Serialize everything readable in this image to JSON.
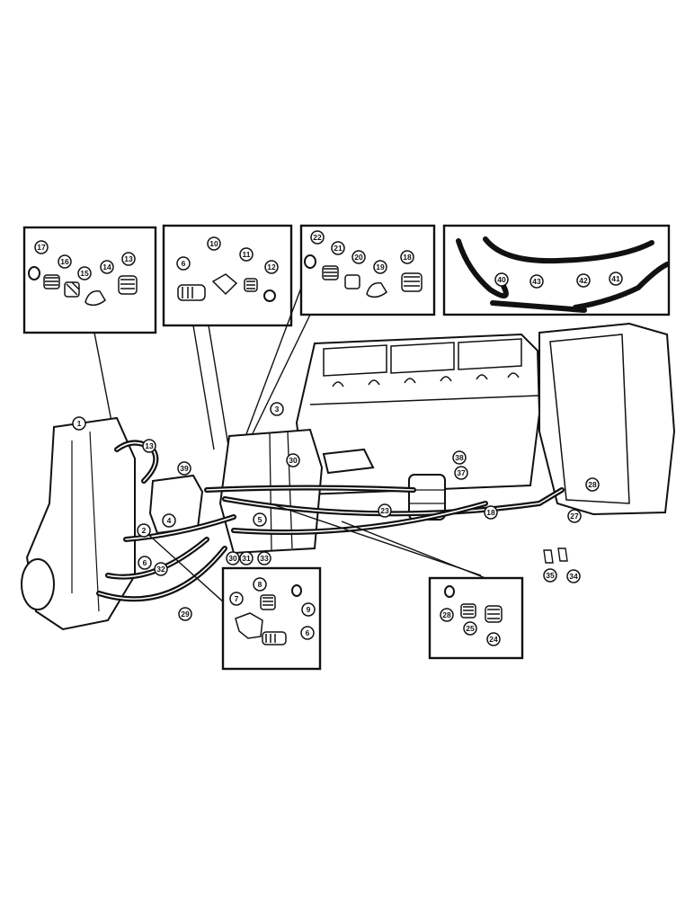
{
  "callouts": [
    {
      "id": "c17",
      "label": "17"
    },
    {
      "id": "c16",
      "label": "16"
    },
    {
      "id": "c15",
      "label": "15"
    },
    {
      "id": "c14",
      "label": "14"
    },
    {
      "id": "c13a",
      "label": "13"
    },
    {
      "id": "c6a",
      "label": "6"
    },
    {
      "id": "c10",
      "label": "10"
    },
    {
      "id": "c11",
      "label": "11"
    },
    {
      "id": "c12",
      "label": "12"
    },
    {
      "id": "c22",
      "label": "22"
    },
    {
      "id": "c21",
      "label": "21"
    },
    {
      "id": "c20",
      "label": "20"
    },
    {
      "id": "c19",
      "label": "19"
    },
    {
      "id": "c18a",
      "label": "18"
    },
    {
      "id": "c40",
      "label": "40"
    },
    {
      "id": "c43",
      "label": "43"
    },
    {
      "id": "c42",
      "label": "42"
    },
    {
      "id": "c41",
      "label": "41"
    },
    {
      "id": "c1",
      "label": "1"
    },
    {
      "id": "c13b",
      "label": "13"
    },
    {
      "id": "c39",
      "label": "39"
    },
    {
      "id": "c3",
      "label": "3"
    },
    {
      "id": "c30a",
      "label": "30"
    },
    {
      "id": "c38",
      "label": "38"
    },
    {
      "id": "c37",
      "label": "37"
    },
    {
      "id": "c28a",
      "label": "28"
    },
    {
      "id": "c27",
      "label": "27"
    },
    {
      "id": "c18b",
      "label": "18"
    },
    {
      "id": "c23",
      "label": "23"
    },
    {
      "id": "c5",
      "label": "5"
    },
    {
      "id": "c4",
      "label": "4"
    },
    {
      "id": "c2",
      "label": "2"
    },
    {
      "id": "c6b",
      "label": "6"
    },
    {
      "id": "c32",
      "label": "32"
    },
    {
      "id": "c29",
      "label": "29"
    },
    {
      "id": "c30b",
      "label": "30"
    },
    {
      "id": "c31",
      "label": "31"
    },
    {
      "id": "c33",
      "label": "33"
    },
    {
      "id": "c35",
      "label": "35"
    },
    {
      "id": "c34",
      "label": "34"
    },
    {
      "id": "c7",
      "label": "7"
    },
    {
      "id": "c8",
      "label": "8"
    },
    {
      "id": "c9",
      "label": "9"
    },
    {
      "id": "c6c",
      "label": "6"
    },
    {
      "id": "c28b",
      "label": "28"
    },
    {
      "id": "c25",
      "label": "25"
    },
    {
      "id": "c24",
      "label": "24"
    }
  ]
}
